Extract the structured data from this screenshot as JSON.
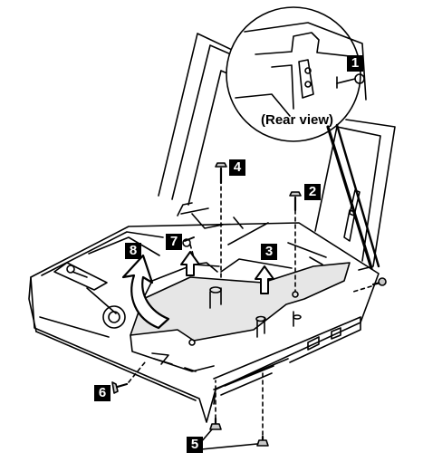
{
  "figure": {
    "zoom_caption": "(Rear view)",
    "callouts": [
      {
        "id": "c1",
        "label": "1"
      },
      {
        "id": "c2",
        "label": "2"
      },
      {
        "id": "c3",
        "label": "3"
      },
      {
        "id": "c4",
        "label": "4"
      },
      {
        "id": "c5",
        "label": "5"
      },
      {
        "id": "c6",
        "label": "6"
      },
      {
        "id": "c7",
        "label": "7"
      },
      {
        "id": "c8",
        "label": "8"
      }
    ]
  },
  "colors": {
    "line": "#000000",
    "fill_light": "#e6e6e6",
    "fill_mid": "#c8c8c8",
    "background": "#ffffff"
  }
}
